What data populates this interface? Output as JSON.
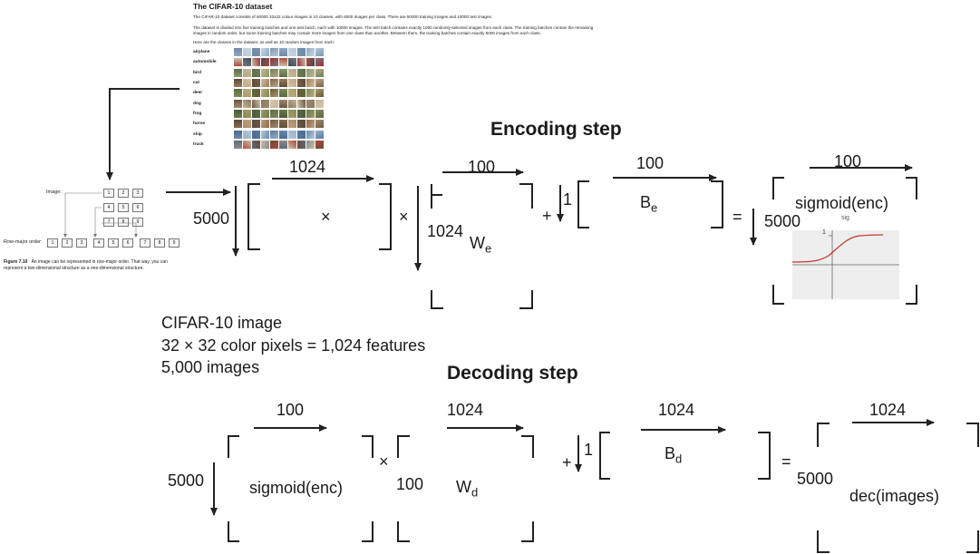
{
  "cifar_panel": {
    "title": "The CIFAR-10 dataset",
    "para1": "The CIFAR-10 dataset consists of 60000 32x32 colour images in 10 classes, with 6000 images per class. There are 50000 training images and 10000 test images.",
    "para2": "The dataset is divided into five training batches and one test batch, each with 10000 images. The test batch contains exactly 1000 randomly-selected images from each class. The training batches contain the remaining images in random order, but some training batches may contain more images from one class than another. Between them, the training batches contain exactly 5000 images from each class.",
    "para3": "Here are the classes in the dataset, as well as 10 random images from each:",
    "classes": [
      "airplane",
      "automobile",
      "bird",
      "cat",
      "deer",
      "dog",
      "frog",
      "horse",
      "ship",
      "truck"
    ]
  },
  "row_major_figure": {
    "image_label": "Image:",
    "row_major_label": "Row-major order:",
    "grid_numbers": [
      "1",
      "2",
      "3",
      "4",
      "5",
      "6",
      "7",
      "8",
      "9"
    ],
    "caption_bold": "Figure 7.10",
    "caption_text": "An image can be represented in row-major order. That way, you can represent a two-dimensional structure as a one-dimensional structure."
  },
  "encoding": {
    "title": "Encoding step",
    "input_cols": "1024",
    "input_rows": "5000",
    "times1": "×",
    "times2": "×",
    "w_cols": "100",
    "w_rows": "1024",
    "w_label": "W",
    "w_sub": "e",
    "plus": "+",
    "b_rows": "1",
    "b_cols": "100",
    "b_label": "B",
    "b_sub": "e",
    "equals": "=",
    "out_cols": "100",
    "out_rows": "5000",
    "out_label": "sigmoid(enc)",
    "sig_label": "sig",
    "sig_tick": "1"
  },
  "description": {
    "line1": "CIFAR-10 image",
    "line2": "32 × 32 color pixels = 1,024 features",
    "line3": "5,000 images"
  },
  "decoding": {
    "title": "Decoding step",
    "in_cols": "100",
    "in_rows": "5000",
    "in_label": "sigmoid(enc)",
    "times": "×",
    "w_cols": "1024",
    "w_rows": "100",
    "w_label": "W",
    "w_sub": "d",
    "plus": "+",
    "b_rows": "1",
    "b_cols": "1024",
    "b_label": "B",
    "b_sub": "d",
    "equals": "=",
    "out_cols": "1024",
    "out_rows": "5000",
    "out_label": "dec(images)"
  }
}
